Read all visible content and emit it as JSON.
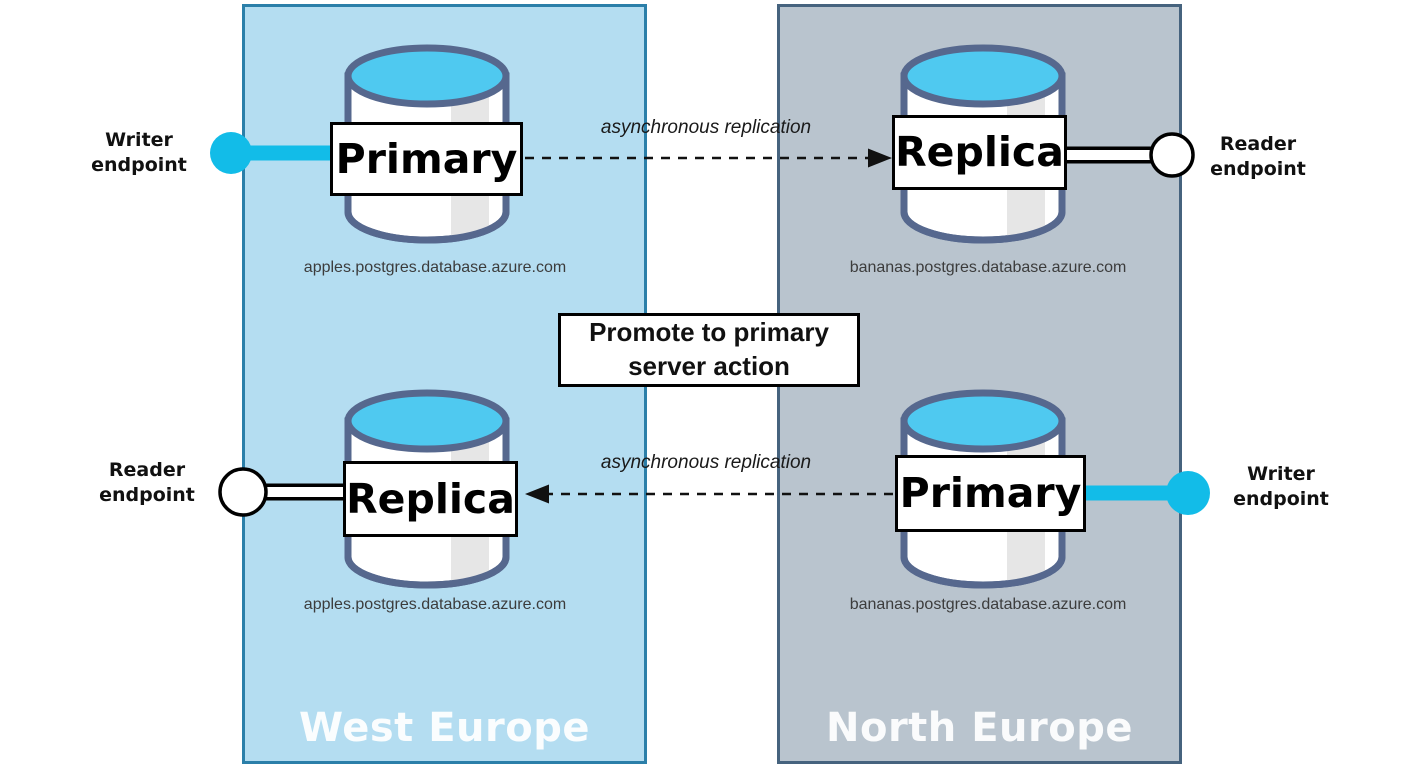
{
  "diagram": {
    "regions": [
      {
        "label": "West Europe"
      },
      {
        "label": "North Europe"
      }
    ],
    "nodes": [
      {
        "role": "Primary",
        "hostname": "apples.postgres.database.azure.com",
        "region": "West Europe",
        "endpoint": "Writer endpoint"
      },
      {
        "role": "Replica",
        "hostname": "bananas.postgres.database.azure.com",
        "region": "North Europe",
        "endpoint": "Reader endpoint"
      },
      {
        "role": "Replica",
        "hostname": "apples.postgres.database.azure.com",
        "region": "West Europe",
        "endpoint": "Reader endpoint"
      },
      {
        "role": "Primary",
        "hostname": "bananas.postgres.database.azure.com",
        "region": "North Europe",
        "endpoint": "Writer endpoint"
      }
    ],
    "endpoints": [
      {
        "label": "Writer endpoint",
        "type": "writer"
      },
      {
        "label": "Reader endpoint",
        "type": "reader"
      },
      {
        "label": "Reader endpoint",
        "type": "reader"
      },
      {
        "label": "Writer endpoint",
        "type": "writer"
      }
    ],
    "arrows": [
      {
        "label": "asynchronous replication",
        "direction": "right"
      },
      {
        "label": "asynchronous replication",
        "direction": "left"
      }
    ],
    "action": {
      "label": "Promote to primary server action"
    },
    "colors": {
      "endpoint_cyan": "#12bce8",
      "cylinder_top": "#4fc9f0",
      "cylinder_stroke": "#56688e",
      "west_region_fill": "#b4ddf1",
      "west_region_border": "#2b7fa9",
      "north_region_fill": "#b9c4ce",
      "north_region_border": "#46637e"
    }
  }
}
